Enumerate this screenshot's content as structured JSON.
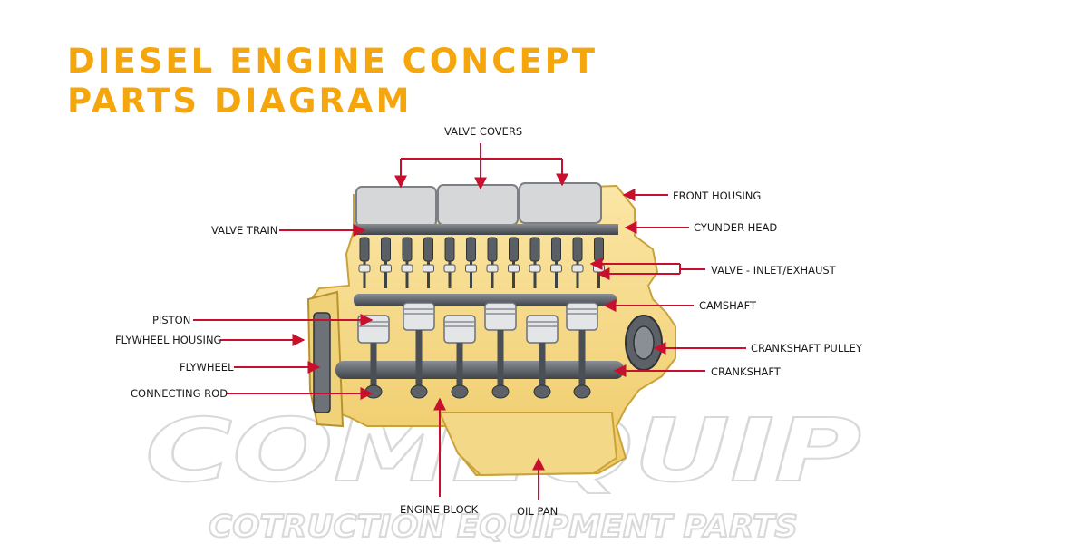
{
  "title": {
    "line1": "DIESEL ENGINE CONCEPT",
    "line2": "PARTS DIAGRAM"
  },
  "watermark": {
    "brand": "COMEQUIP",
    "tagline": "COTRUCTION EQUIPMENT PARTS"
  },
  "labels": {
    "valve_covers": "VALVE COVERS",
    "front_housing": "FRONT HOUSING",
    "cylinder_head": "CYUNDER HEAD",
    "valve_train": "VALVE TRAIN",
    "valve_inlet_exhaust": "VALVE - INLET/EXHAUST",
    "camshaft": "CAMSHAFT",
    "piston": "PISTON",
    "flywheel_housing": "FLYWHEEL HOUSING",
    "crankshaft_pulley": "CRANKSHAFT PULLEY",
    "flywheel": "FLYWHEEL",
    "crankshaft": "CRANKSHAFT",
    "connecting_rod": "CONNECTING ROD",
    "engine_block": "ENGINE BLOCK",
    "oil_pan": "OIL PAN"
  },
  "colors": {
    "title": "#f5a60d",
    "arrow": "#c8102e",
    "engine_gold": "#f2d27a",
    "engine_outline": "#c9a23a",
    "metal": "#555a60"
  }
}
